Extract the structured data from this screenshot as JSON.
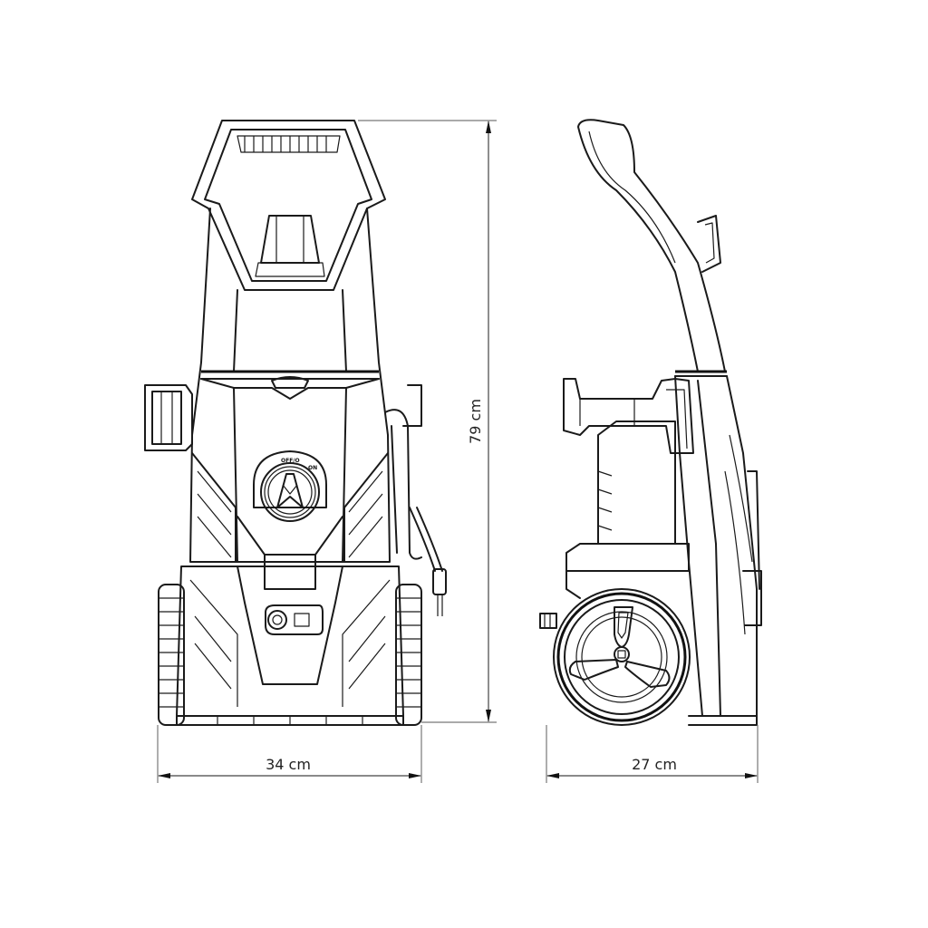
{
  "diagram": {
    "subject": "pressure washer dimension drawing",
    "views": [
      {
        "name": "front view"
      },
      {
        "name": "side view"
      }
    ],
    "dimensions": {
      "height": {
        "label": "79 cm",
        "value": 79,
        "unit": "cm"
      },
      "width": {
        "label": "34 cm",
        "value": 34,
        "unit": "cm"
      },
      "depth": {
        "label": "27 cm",
        "value": 27,
        "unit": "cm"
      }
    },
    "switch": {
      "off_label": "OFF/O",
      "on_label": "ON"
    },
    "colors": {
      "line": "#1a1a1a",
      "dimension_line": "#444444",
      "background": "#ffffff"
    }
  }
}
